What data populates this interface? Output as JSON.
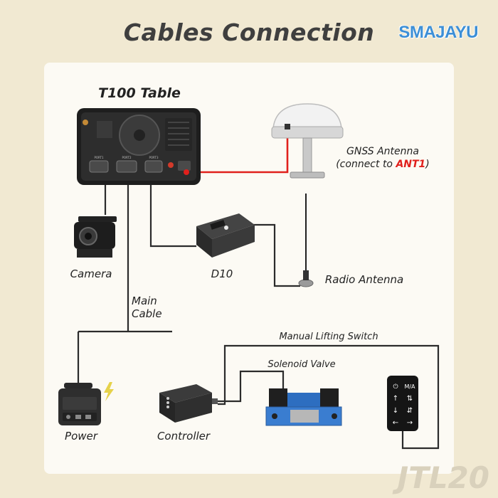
{
  "header": {
    "title": "Cables Connection",
    "brand": "SMAJAYU"
  },
  "labels": {
    "tablet": "T100 Table",
    "gnss_line1": "GNSS Antenna",
    "gnss_line2_prefix": "(connect to ",
    "gnss_port": "ANT1",
    "gnss_line2_suffix": ")",
    "camera": "Camera",
    "d10": "D10",
    "radio_antenna": "Radio Antenna",
    "main_cable_line1": "Main",
    "main_cable_line2": "Cable",
    "manual_switch": "Manual Lifting Switch",
    "solenoid_valve": "Solenoid Valve",
    "power": "Power",
    "controller": "Controller"
  },
  "tablet_ports": [
    "PORT1",
    "PORT2",
    "PORT3"
  ],
  "watermark": "JTL20",
  "colors": {
    "background": "#f1e9d2",
    "panel": "#fcfaf4",
    "cable": "#2b2b2b",
    "antenna_cable": "#e0201c",
    "port_highlight": "#e0201c",
    "brand": "#3d8fd6"
  }
}
